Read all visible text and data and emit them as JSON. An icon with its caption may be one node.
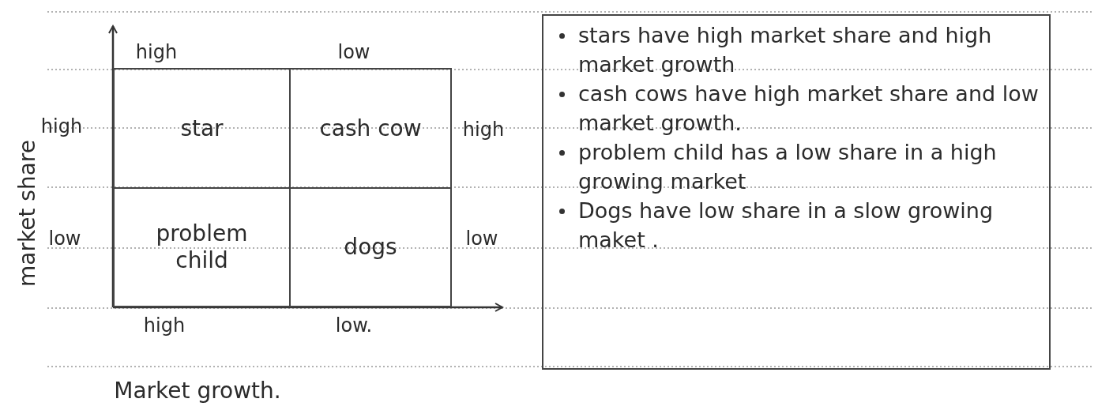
{
  "diagram": {
    "nodes": [
      {
        "text": [
          "star"
        ]
      },
      {
        "text": [
          "cash cow"
        ]
      },
      {
        "text": [
          "problem child"
        ]
      },
      {
        "text": [
          "dogs"
        ]
      },
      {
        "text": [
          "stars have high market share and high market growth",
          "cash cows have high market share and low market growth.",
          "problem child has a low share in a high growing market",
          "Dogs have low share in a slow growing maket ."
        ]
      }
    ],
    "labels": [
      "high",
      "low",
      "market share",
      "high",
      "low",
      "high",
      "low",
      "high",
      "low.",
      "Market growth."
    ]
  }
}
